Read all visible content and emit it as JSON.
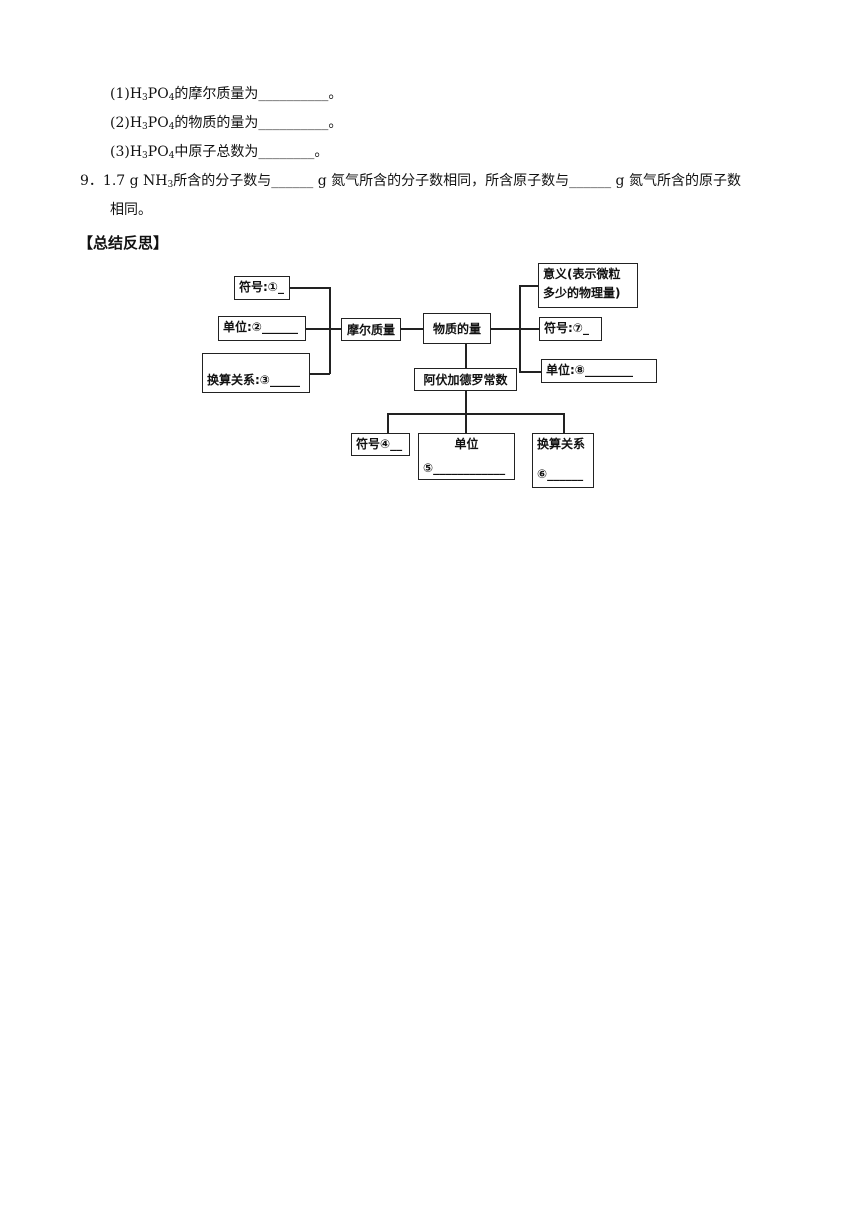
{
  "questions": {
    "q8_1": {
      "prefix": "(1)H",
      "sub1": "3",
      "mid": "PO",
      "sub2": "4",
      "text": "的摩尔质量为__________。"
    },
    "q8_2": {
      "prefix": "(2)H",
      "sub1": "3",
      "mid": "PO",
      "sub2": "4",
      "text": "的物质的量为__________。"
    },
    "q8_3": {
      "prefix": "(3)H",
      "sub1": "3",
      "mid": "PO",
      "sub2": "4",
      "text": "中原子总数为________。"
    },
    "q9": {
      "number": "9．",
      "a": "1.7 g NH",
      "sub": "3",
      "b": "所含的分子数与______ g 氮气所含的分子数相同，所含原子数与______ g 氮气所含的原子数",
      "c": "相同。"
    }
  },
  "section_title": "【总结反思】",
  "diagram": {
    "molar_mass": "摩尔质量",
    "amount": "物质的量",
    "avogadro": "阿伏加德罗常数",
    "left_symbol": "符号:①_",
    "left_unit": "单位:②______",
    "left_relation": "换算关系:③_____",
    "right_meaning_1": "意义(表示微粒",
    "right_meaning_2": "多少的物理量)",
    "right_symbol": "符号:⑦_",
    "right_unit": "单位:⑧________",
    "bottom_symbol": "符号④__",
    "bottom_unit_label": "单位",
    "bottom_unit_blank": "⑤____________",
    "bottom_relation_label": "换算关系",
    "bottom_relation_blank": "⑥______"
  }
}
